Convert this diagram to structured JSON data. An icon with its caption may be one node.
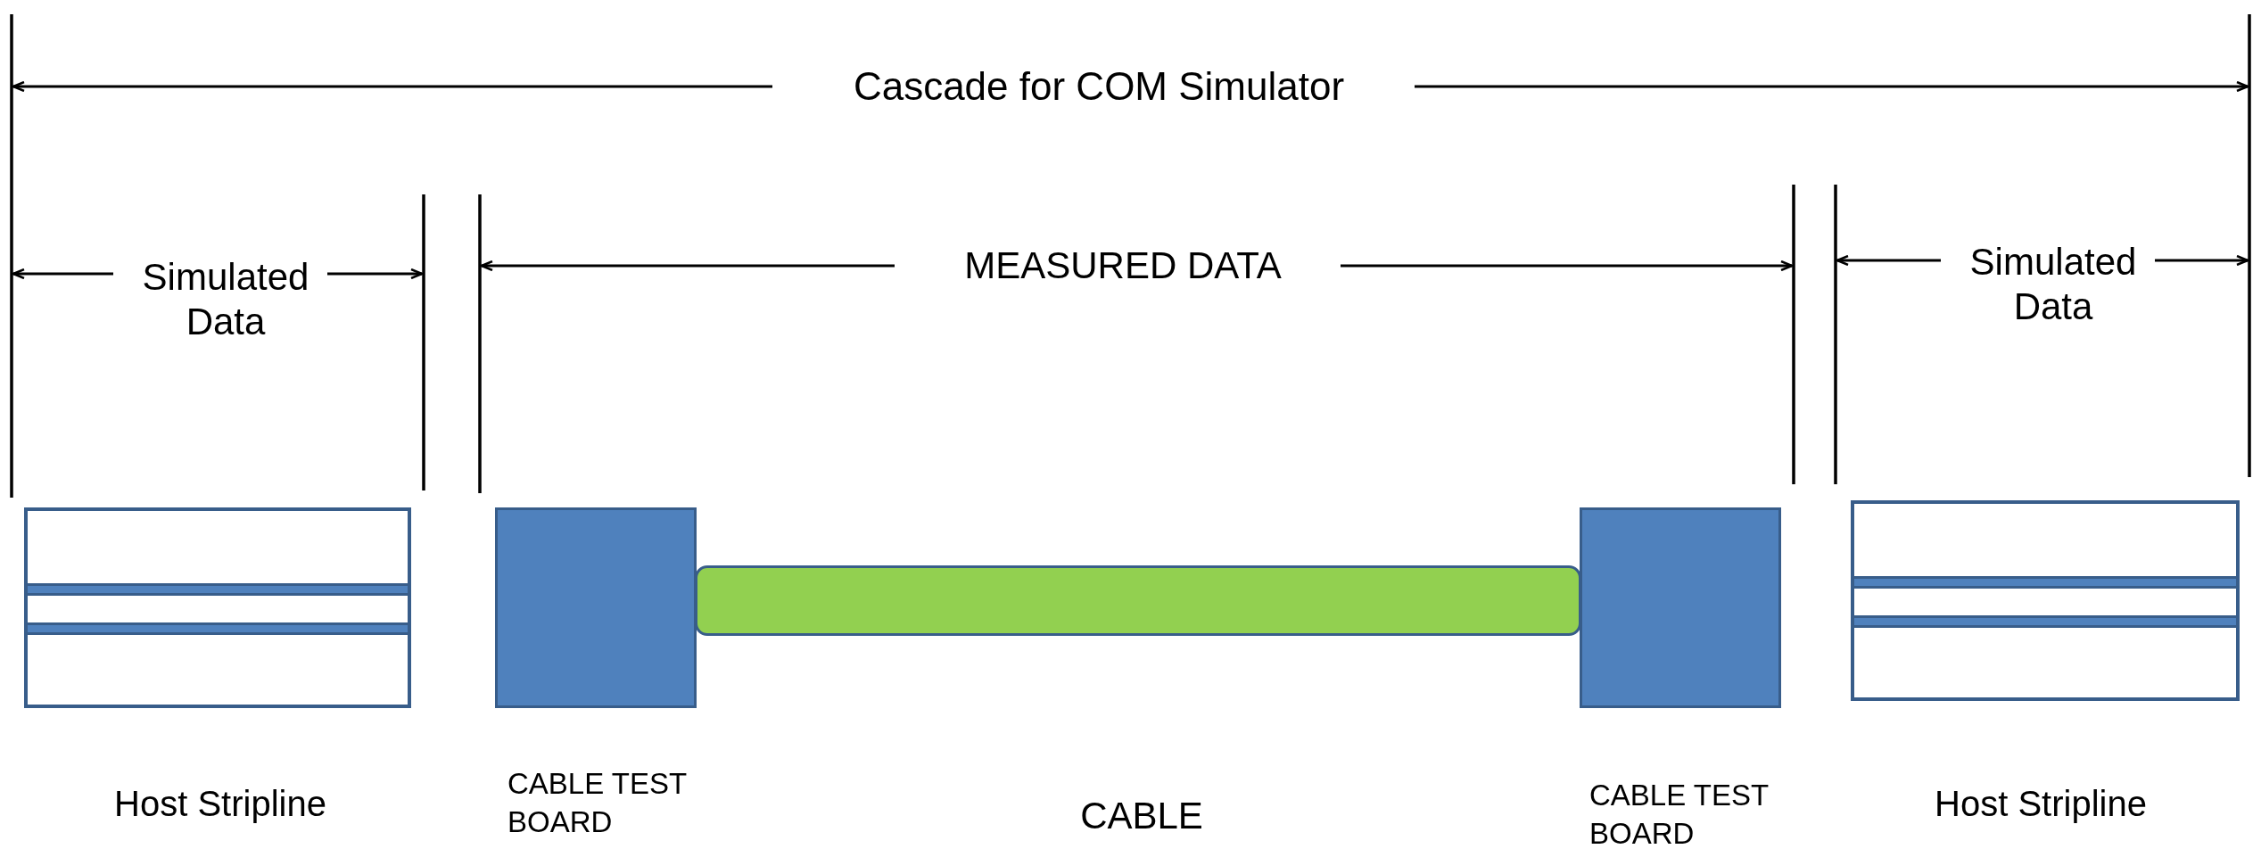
{
  "diagram": {
    "nodes": [
      {
        "text": [],
        "shape": "box",
        "beside": [
          "Host Stripline"
        ]
      },
      {
        "text": [],
        "shape": "box",
        "beside": [
          "CABLE TEST BOARD"
        ]
      },
      {
        "text": [],
        "shape": "bar"
      },
      {
        "text": [],
        "shape": "box",
        "beside": [
          "CABLE TEST BOARD"
        ]
      },
      {
        "text": [],
        "shape": "box",
        "beside": [
          "Host Stripline"
        ]
      }
    ],
    "edges": [],
    "labels": [
      "Cascade for COM Simulator",
      "Simulated Data",
      "MEASURED DATA",
      "Simulated Data",
      "CABLE"
    ]
  }
}
